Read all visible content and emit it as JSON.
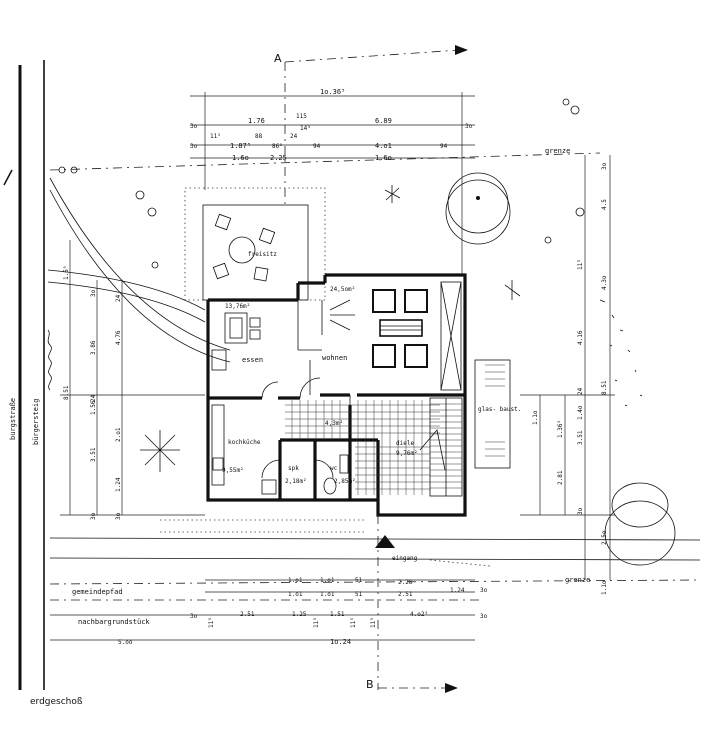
{
  "drawing": {
    "caption": "erdgeschoß",
    "section_a": "A",
    "section_b": "B"
  },
  "rooms": {
    "freisitz": "freisitz",
    "essen": "essen",
    "wohnen": "wohnen",
    "kochkueche": "kochküche",
    "spk": "spk",
    "wc": "wc",
    "diele": "diele",
    "glasbaust": "glas-\nbaust."
  },
  "areas": {
    "essen": "13,76m²",
    "wohnen": "24,5om²",
    "kueche": "9,55m²",
    "spk": "2,18m²",
    "wc": "2,85m²",
    "flur": "4,3m²",
    "diele": "9,76m²"
  },
  "site_labels": {
    "grenze_top": "grenze",
    "grenze_bottom": "grenze",
    "gemeindepfad": "gemeindepfad",
    "nachbargrundstueck": "nachbargrundstück",
    "buergersteig": "bürgersteig",
    "burgstrasse": "burgstraße",
    "eingang": "eingang"
  },
  "dimensions": {
    "top": {
      "overall": "1o.36⁵",
      "row1": [
        "3o",
        "1.76",
        "115",
        "6.89",
        "3o"
      ],
      "row2": [
        "3o",
        "1.87⁵",
        "86⁵",
        "4.o1",
        "94"
      ],
      "row3": [
        "1.6o",
        "2.25",
        "94",
        "1.6o"
      ],
      "small": [
        "11⁵",
        "24",
        "14⁵",
        "88"
      ]
    },
    "right": [
      "4.5",
      "4.16",
      "8.51",
      "1.4o",
      "3.51",
      "2.81",
      "2.5o",
      "1.36⁵",
      "11⁵",
      "24",
      "3o",
      "3o",
      "1.1o",
      "1.1o",
      "4.3o"
    ],
    "left": [
      "1.5⁵",
      "3.86",
      "4.76",
      "8.51",
      "1.56",
      "3.51",
      "2.o1",
      "1.24",
      "3o",
      "24",
      "3o",
      "24",
      "3o"
    ],
    "bottom": {
      "row1": [
        "1.o1",
        "1.o1",
        "51",
        "2.26"
      ],
      "row2": [
        "1.o1",
        "1.o1",
        "51",
        "2.51",
        "1.24",
        "3o"
      ],
      "row3": [
        "3o",
        "2.51",
        "1.25",
        "1.51",
        "4.o2⁵",
        "3o"
      ],
      "row3_small": [
        "11⁵",
        "11⁵",
        "11⁵",
        "11⁵"
      ],
      "overall": "1o.24",
      "left": "5.oo"
    }
  }
}
